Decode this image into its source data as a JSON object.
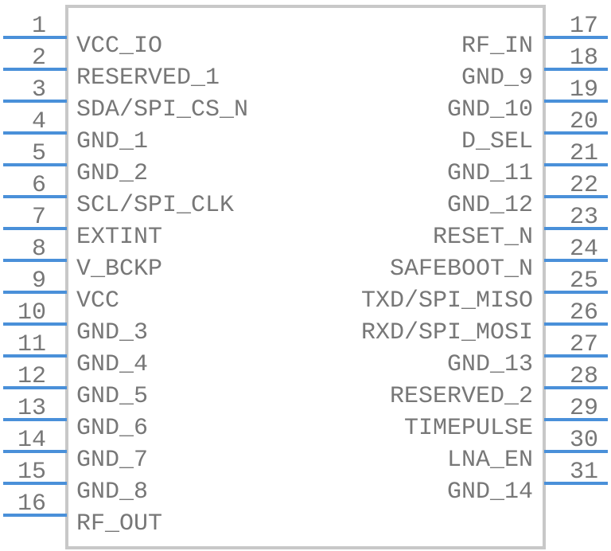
{
  "colors": {
    "pin_line": "#4a90d9",
    "body_outline": "#c8c8c8",
    "text": "#777777",
    "background": "#ffffff"
  },
  "component": {
    "left_pins": [
      {
        "number": "1",
        "label": "VCC_IO"
      },
      {
        "number": "2",
        "label": "RESERVED_1"
      },
      {
        "number": "3",
        "label": "SDA/SPI_CS_N"
      },
      {
        "number": "4",
        "label": "GND_1"
      },
      {
        "number": "5",
        "label": "GND_2"
      },
      {
        "number": "6",
        "label": "SCL/SPI_CLK"
      },
      {
        "number": "7",
        "label": "EXTINT"
      },
      {
        "number": "8",
        "label": "V_BCKP"
      },
      {
        "number": "9",
        "label": "VCC"
      },
      {
        "number": "10",
        "label": "GND_3"
      },
      {
        "number": "11",
        "label": "GND_4"
      },
      {
        "number": "12",
        "label": "GND_5"
      },
      {
        "number": "13",
        "label": "GND_6"
      },
      {
        "number": "14",
        "label": "GND_7"
      },
      {
        "number": "15",
        "label": "GND_8"
      },
      {
        "number": "16",
        "label": "RF_OUT"
      }
    ],
    "right_pins": [
      {
        "number": "17",
        "label": "RF_IN"
      },
      {
        "number": "18",
        "label": "GND_9"
      },
      {
        "number": "19",
        "label": "GND_10"
      },
      {
        "number": "20",
        "label": "D_SEL"
      },
      {
        "number": "21",
        "label": "GND_11"
      },
      {
        "number": "22",
        "label": "GND_12"
      },
      {
        "number": "23",
        "label": "RESET_N"
      },
      {
        "number": "24",
        "label": "SAFEBOOT_N"
      },
      {
        "number": "25",
        "label": "TXD/SPI_MISO"
      },
      {
        "number": "26",
        "label": "RXD/SPI_MOSI"
      },
      {
        "number": "27",
        "label": "GND_13"
      },
      {
        "number": "28",
        "label": "RESERVED_2"
      },
      {
        "number": "29",
        "label": "TIMEPULSE"
      },
      {
        "number": "30",
        "label": "LNA_EN"
      },
      {
        "number": "31",
        "label": "GND_14"
      }
    ]
  }
}
